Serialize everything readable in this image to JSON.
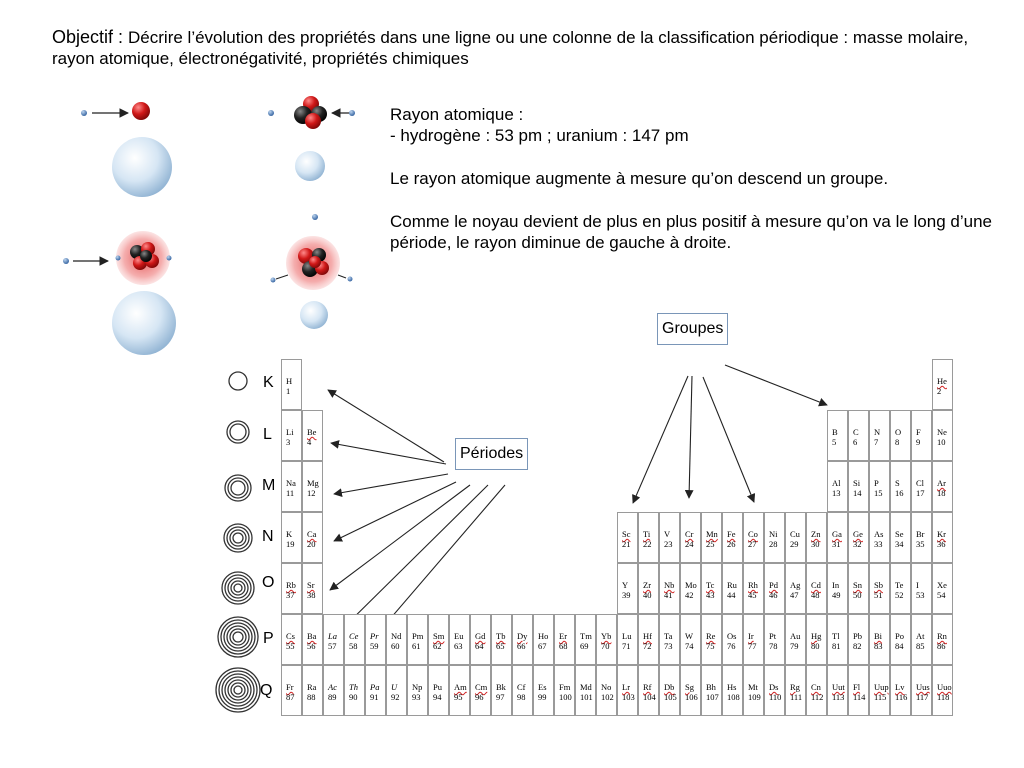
{
  "objective": {
    "lead": "Objectif : ",
    "text": "Décrire l’évolution des propriétés dans une ligne ou une colonne de la classification périodique : masse molaire, rayon atomique, électronégativité, propriétés chimiques"
  },
  "info": {
    "radius_heading": "Rayon atomique :",
    "radius_values": "- hydrogène : 53 pm ; uranium : 147 pm",
    "group_trend": "Le rayon atomique augmente à mesure qu’on descend un groupe.",
    "period_trend": "Comme le noyau devient de plus en plus positif à mesure qu’on va le long d’une période, le rayon diminue de gauche à droite."
  },
  "labels": {
    "groups": "Groupes",
    "periods": "Périodes"
  },
  "shells": [
    "K",
    "L",
    "M",
    "N",
    "O",
    "P",
    "Q"
  ],
  "colors": {
    "nucleus_red": "#d01818",
    "electron_blue": "#3a6fb0",
    "cloud_blue": "#cfe0f0",
    "arrow": "#222222",
    "box_border": "#7a96b8"
  },
  "elements": [
    {
      "s": "H",
      "n": "1",
      "c": 1,
      "r": 1
    },
    {
      "s": "He",
      "n": "2",
      "c": 32,
      "r": 1,
      "u": 1
    },
    {
      "s": "Li",
      "n": "3",
      "c": 1,
      "r": 2
    },
    {
      "s": "Be",
      "n": "4",
      "c": 2,
      "r": 2,
      "u": 1
    },
    {
      "s": "B",
      "n": "5",
      "c": 27,
      "r": 2
    },
    {
      "s": "C",
      "n": "6",
      "c": 28,
      "r": 2
    },
    {
      "s": "N",
      "n": "7",
      "c": 29,
      "r": 2
    },
    {
      "s": "O",
      "n": "8",
      "c": 30,
      "r": 2
    },
    {
      "s": "F",
      "n": "9",
      "c": 31,
      "r": 2
    },
    {
      "s": "Ne",
      "n": "10",
      "c": 32,
      "r": 2
    },
    {
      "s": "Na",
      "n": "11",
      "c": 1,
      "r": 3
    },
    {
      "s": "Mg",
      "n": "12",
      "c": 2,
      "r": 3
    },
    {
      "s": "Al",
      "n": "13",
      "c": 27,
      "r": 3
    },
    {
      "s": "Si",
      "n": "14",
      "c": 28,
      "r": 3
    },
    {
      "s": "P",
      "n": "15",
      "c": 29,
      "r": 3
    },
    {
      "s": "S",
      "n": "16",
      "c": 30,
      "r": 3
    },
    {
      "s": "Cl",
      "n": "17",
      "c": 31,
      "r": 3
    },
    {
      "s": "Ar",
      "n": "18",
      "c": 32,
      "r": 3,
      "u": 1
    },
    {
      "s": "K",
      "n": "19",
      "c": 1,
      "r": 4
    },
    {
      "s": "Ca",
      "n": "20",
      "c": 2,
      "r": 4,
      "u": 1
    },
    {
      "s": "Sc",
      "n": "21",
      "c": 17,
      "r": 4,
      "u": 1
    },
    {
      "s": "Ti",
      "n": "22",
      "c": 18,
      "r": 4,
      "u": 1
    },
    {
      "s": "V",
      "n": "23",
      "c": 19,
      "r": 4
    },
    {
      "s": "Cr",
      "n": "24",
      "c": 20,
      "r": 4,
      "u": 1
    },
    {
      "s": "Mn",
      "n": "25",
      "c": 21,
      "r": 4,
      "u": 1
    },
    {
      "s": "Fe",
      "n": "26",
      "c": 22,
      "r": 4,
      "u": 1
    },
    {
      "s": "Co",
      "n": "27",
      "c": 23,
      "r": 4,
      "u": 1
    },
    {
      "s": "Ni",
      "n": "28",
      "c": 24,
      "r": 4
    },
    {
      "s": "Cu",
      "n": "29",
      "c": 25,
      "r": 4
    },
    {
      "s": "Zn",
      "n": "30",
      "c": 26,
      "r": 4,
      "u": 1
    },
    {
      "s": "Ga",
      "n": "31",
      "c": 27,
      "r": 4,
      "u": 1
    },
    {
      "s": "Ge",
      "n": "32",
      "c": 28,
      "r": 4,
      "u": 1
    },
    {
      "s": "As",
      "n": "33",
      "c": 29,
      "r": 4
    },
    {
      "s": "Se",
      "n": "34",
      "c": 30,
      "r": 4
    },
    {
      "s": "Br",
      "n": "35",
      "c": 31,
      "r": 4
    },
    {
      "s": "Kr",
      "n": "36",
      "c": 32,
      "r": 4,
      "u": 1
    },
    {
      "s": "Rb",
      "n": "37",
      "c": 1,
      "r": 5,
      "u": 1
    },
    {
      "s": "Sr",
      "n": "38",
      "c": 2,
      "r": 5,
      "u": 1
    },
    {
      "s": "Y",
      "n": "39",
      "c": 17,
      "r": 5
    },
    {
      "s": "Zr",
      "n": "40",
      "c": 18,
      "r": 5,
      "u": 1
    },
    {
      "s": "Nb",
      "n": "41",
      "c": 19,
      "r": 5,
      "u": 1
    },
    {
      "s": "Mo",
      "n": "42",
      "c": 20,
      "r": 5
    },
    {
      "s": "Tc",
      "n": "43",
      "c": 21,
      "r": 5,
      "u": 1
    },
    {
      "s": "Ru",
      "n": "44",
      "c": 22,
      "r": 5
    },
    {
      "s": "Rh",
      "n": "45",
      "c": 23,
      "r": 5,
      "u": 1
    },
    {
      "s": "Pd",
      "n": "46",
      "c": 24,
      "r": 5,
      "u": 1
    },
    {
      "s": "Ag",
      "n": "47",
      "c": 25,
      "r": 5
    },
    {
      "s": "Cd",
      "n": "48",
      "c": 26,
      "r": 5,
      "u": 1
    },
    {
      "s": "In",
      "n": "49",
      "c": 27,
      "r": 5
    },
    {
      "s": "Sn",
      "n": "50",
      "c": 28,
      "r": 5,
      "u": 1
    },
    {
      "s": "Sb",
      "n": "51",
      "c": 29,
      "r": 5,
      "u": 1
    },
    {
      "s": "Te",
      "n": "52",
      "c": 30,
      "r": 5
    },
    {
      "s": "I",
      "n": "53",
      "c": 31,
      "r": 5
    },
    {
      "s": "Xe",
      "n": "54",
      "c": 32,
      "r": 5
    },
    {
      "s": "Cs",
      "n": "55",
      "c": 1,
      "r": 6,
      "u": 1
    },
    {
      "s": "Ba",
      "n": "56",
      "c": 2,
      "r": 6,
      "u": 1
    },
    {
      "s": "La",
      "n": "57",
      "c": 3,
      "r": 6,
      "i": 1
    },
    {
      "s": "Ce",
      "n": "58",
      "c": 4,
      "r": 6,
      "i": 1
    },
    {
      "s": "Pr",
      "n": "59",
      "c": 5,
      "r": 6,
      "i": 1
    },
    {
      "s": "Nd",
      "n": "60",
      "c": 6,
      "r": 6
    },
    {
      "s": "Pm",
      "n": "61",
      "c": 7,
      "r": 6
    },
    {
      "s": "Sm",
      "n": "62",
      "c": 8,
      "r": 6,
      "u": 1
    },
    {
      "s": "Eu",
      "n": "63",
      "c": 9,
      "r": 6
    },
    {
      "s": "Gd",
      "n": "64",
      "c": 10,
      "r": 6,
      "u": 1
    },
    {
      "s": "Tb",
      "n": "65",
      "c": 11,
      "r": 6,
      "u": 1
    },
    {
      "s": "Dy",
      "n": "66",
      "c": 12,
      "r": 6,
      "u": 1
    },
    {
      "s": "Ho",
      "n": "67",
      "c": 13,
      "r": 6
    },
    {
      "s": "Er",
      "n": "68",
      "c": 14,
      "r": 6,
      "u": 1
    },
    {
      "s": "Tm",
      "n": "69",
      "c": 15,
      "r": 6
    },
    {
      "s": "Yb",
      "n": "70",
      "c": 16,
      "r": 6,
      "u": 1
    },
    {
      "s": "Lu",
      "n": "71",
      "c": 17,
      "r": 6
    },
    {
      "s": "Hf",
      "n": "72",
      "c": 18,
      "r": 6,
      "u": 1
    },
    {
      "s": "Ta",
      "n": "73",
      "c": 19,
      "r": 6
    },
    {
      "s": "W",
      "n": "74",
      "c": 20,
      "r": 6
    },
    {
      "s": "Re",
      "n": "75",
      "c": 21,
      "r": 6,
      "u": 1
    },
    {
      "s": "Os",
      "n": "76",
      "c": 22,
      "r": 6
    },
    {
      "s": "Ir",
      "n": "77",
      "c": 23,
      "r": 6,
      "u": 1
    },
    {
      "s": "Pt",
      "n": "78",
      "c": 24,
      "r": 6
    },
    {
      "s": "Au",
      "n": "79",
      "c": 25,
      "r": 6
    },
    {
      "s": "Hg",
      "n": "80",
      "c": 26,
      "r": 6,
      "u": 1
    },
    {
      "s": "Tl",
      "n": "81",
      "c": 27,
      "r": 6
    },
    {
      "s": "Pb",
      "n": "82",
      "c": 28,
      "r": 6
    },
    {
      "s": "Bi",
      "n": "83",
      "c": 29,
      "r": 6,
      "u": 1
    },
    {
      "s": "Po",
      "n": "84",
      "c": 30,
      "r": 6
    },
    {
      "s": "At",
      "n": "85",
      "c": 31,
      "r": 6
    },
    {
      "s": "Rn",
      "n": "86",
      "c": 32,
      "r": 6,
      "u": 1
    },
    {
      "s": "Fr",
      "n": "87",
      "c": 1,
      "r": 7,
      "u": 1
    },
    {
      "s": "Ra",
      "n": "88",
      "c": 2,
      "r": 7
    },
    {
      "s": "Ac",
      "n": "89",
      "c": 3,
      "r": 7,
      "i": 1
    },
    {
      "s": "Th",
      "n": "90",
      "c": 4,
      "r": 7,
      "i": 1
    },
    {
      "s": "Pa",
      "n": "91",
      "c": 5,
      "r": 7,
      "i": 1
    },
    {
      "s": "U",
      "n": "92",
      "c": 6,
      "r": 7,
      "i": 1
    },
    {
      "s": "Np",
      "n": "93",
      "c": 7,
      "r": 7
    },
    {
      "s": "Pu",
      "n": "94",
      "c": 8,
      "r": 7
    },
    {
      "s": "Am",
      "n": "95",
      "c": 9,
      "r": 7,
      "u": 1
    },
    {
      "s": "Cm",
      "n": "96",
      "c": 10,
      "r": 7,
      "u": 1
    },
    {
      "s": "Bk",
      "n": "97",
      "c": 11,
      "r": 7
    },
    {
      "s": "Cf",
      "n": "98",
      "c": 12,
      "r": 7
    },
    {
      "s": "Es",
      "n": "99",
      "c": 13,
      "r": 7
    },
    {
      "s": "Fm",
      "n": "100",
      "c": 14,
      "r": 7
    },
    {
      "s": "Md",
      "n": "101",
      "c": 15,
      "r": 7
    },
    {
      "s": "No",
      "n": "102",
      "c": 16,
      "r": 7
    },
    {
      "s": "Lr",
      "n": "103",
      "c": 17,
      "r": 7,
      "u": 1
    },
    {
      "s": "Rf",
      "n": "104",
      "c": 18,
      "r": 7,
      "u": 1
    },
    {
      "s": "Db",
      "n": "105",
      "c": 19,
      "r": 7,
      "u": 1
    },
    {
      "s": "Sg",
      "n": "106",
      "c": 20,
      "r": 7,
      "u": 1
    },
    {
      "s": "Bh",
      "n": "107",
      "c": 21,
      "r": 7
    },
    {
      "s": "Hs",
      "n": "108",
      "c": 22,
      "r": 7
    },
    {
      "s": "Mt",
      "n": "109",
      "c": 23,
      "r": 7
    },
    {
      "s": "Ds",
      "n": "110",
      "c": 24,
      "r": 7,
      "u": 1
    },
    {
      "s": "Rg",
      "n": "111",
      "c": 25,
      "r": 7,
      "u": 1
    },
    {
      "s": "Cn",
      "n": "112",
      "c": 26,
      "r": 7,
      "u": 1
    },
    {
      "s": "Uut",
      "n": "113",
      "c": 27,
      "r": 7,
      "u": 1
    },
    {
      "s": "Fl",
      "n": "114",
      "c": 28,
      "r": 7,
      "u": 1
    },
    {
      "s": "Uup",
      "n": "115",
      "c": 29,
      "r": 7,
      "u": 1
    },
    {
      "s": "Lv",
      "n": "116",
      "c": 30,
      "r": 7,
      "u": 1
    },
    {
      "s": "Uus",
      "n": "117",
      "c": 31,
      "r": 7,
      "u": 1
    },
    {
      "s": "Uuo",
      "n": "118",
      "c": 32,
      "r": 7,
      "u": 1
    }
  ]
}
